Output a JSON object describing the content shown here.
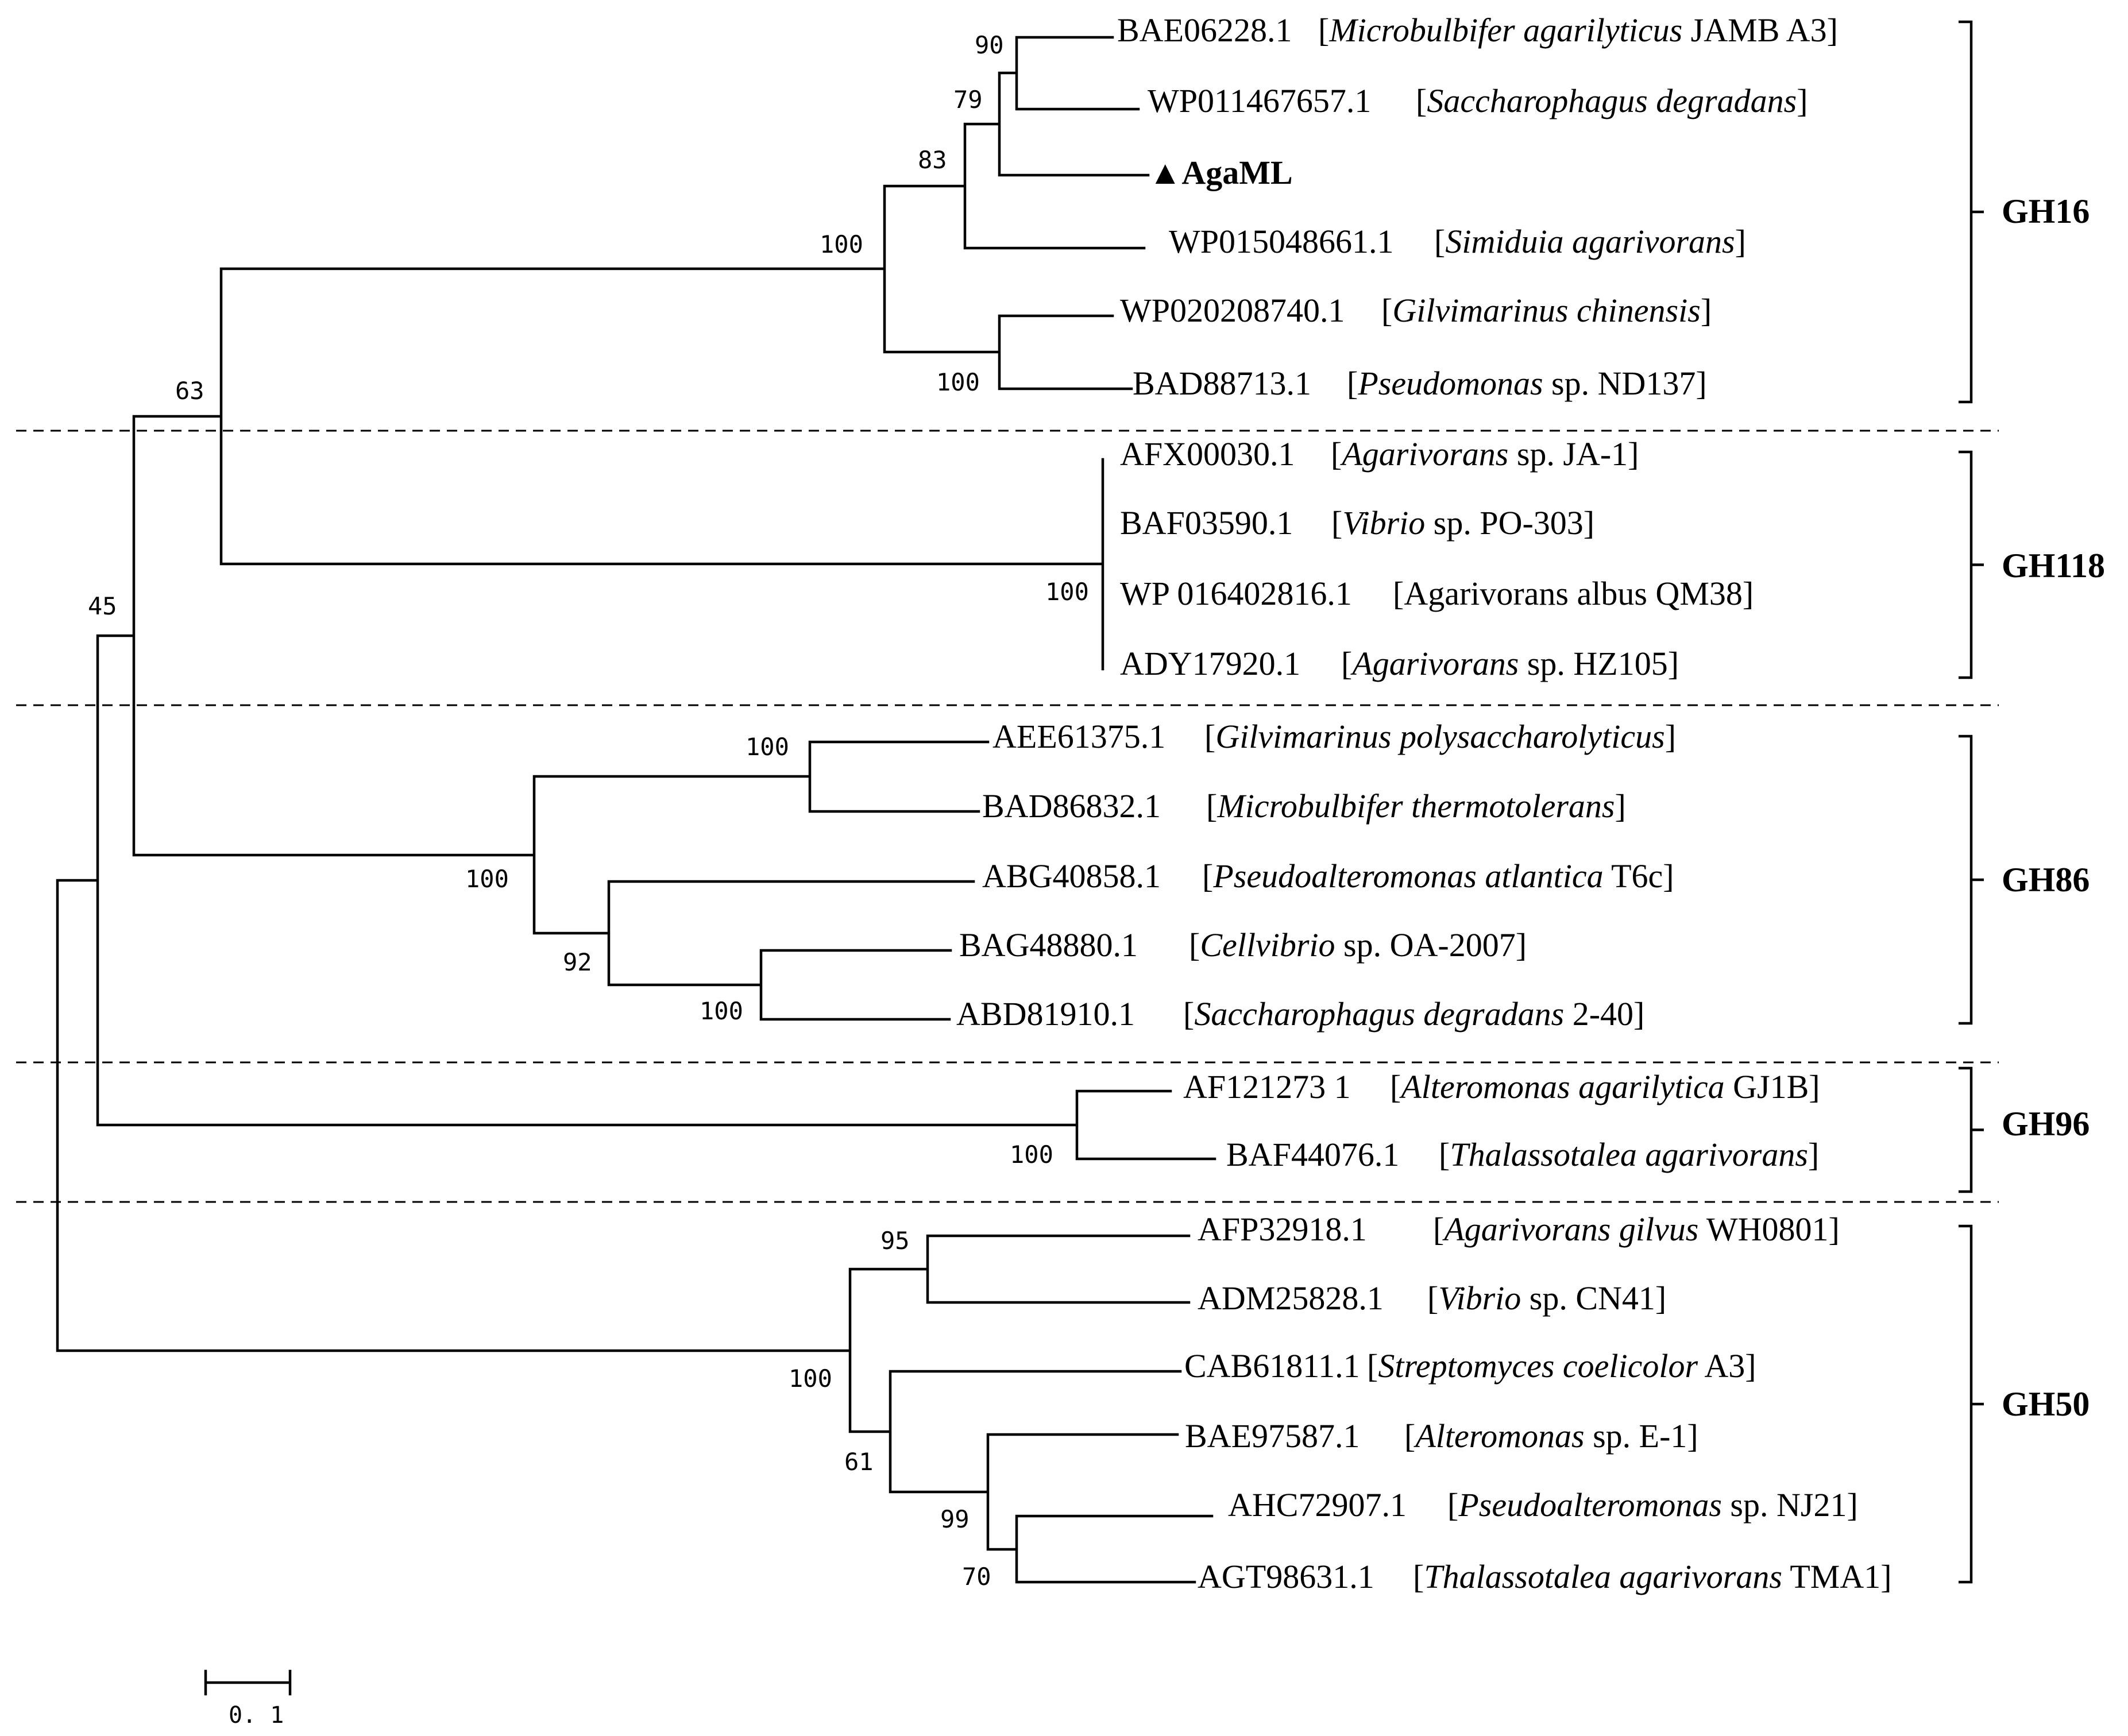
{
  "leaves": [
    {
      "id": "BAE06228.1",
      "pre": "[",
      "sp": "Microbulbifer agarilyticus",
      "post": " JAMB A3]"
    },
    {
      "id": "WP011467657.1",
      "pre": "[",
      "sp": "Saccharophagus degradans",
      "post": "]"
    },
    {
      "id": "AgaML",
      "marker": "▲",
      "pre": "",
      "sp": "",
      "post": ""
    },
    {
      "id": "WP015048661.1",
      "pre": "[",
      "sp": "Simiduia agarivorans",
      "post": "]"
    },
    {
      "id": "WP020208740.1",
      "pre": "[",
      "sp": "Gilvimarinus chinensis",
      "post": "]"
    },
    {
      "id": "BAD88713.1",
      "pre": "[",
      "sp": "Pseudomonas",
      "post": " sp. ND137]"
    },
    {
      "id": "AFX00030.1",
      "pre": "[",
      "sp": "Agarivorans",
      "post": " sp. JA-1]"
    },
    {
      "id": "BAF03590.1",
      "pre": "[",
      "sp": "Vibrio",
      "post": " sp. PO-303]"
    },
    {
      "id": "WP 016402816.1",
      "pre": "[Agarivorans albus QM38]",
      "sp": "",
      "post": ""
    },
    {
      "id": "ADY17920.1",
      "pre": "[",
      "sp": "Agarivorans",
      "post": " sp. HZ105]"
    },
    {
      "id": "AEE61375.1",
      "pre": "[",
      "sp": "Gilvimarinus polysaccharolyticus",
      "post": "]"
    },
    {
      "id": "BAD86832.1",
      "pre": "[",
      "sp": "Microbulbifer thermotolerans",
      "post": "]"
    },
    {
      "id": "ABG40858.1",
      "pre": "[",
      "sp": "Pseudoalteromonas atlantica",
      "post": " T6c]"
    },
    {
      "id": "BAG48880.1",
      "pre": "[",
      "sp": "Cellvibrio",
      "post": " sp. OA-2007]"
    },
    {
      "id": "ABD81910.1",
      "pre": "[",
      "sp": "Saccharophagus degradans",
      "post": " 2-40]"
    },
    {
      "id": "AF121273 1",
      "pre": "[",
      "sp": "Alteromonas agarilytica",
      "post": " GJ1B]"
    },
    {
      "id": "BAF44076.1",
      "pre": "[",
      "sp": "Thalassotalea agarivorans",
      "post": "]"
    },
    {
      "id": "AFP32918.1",
      "pre": "[",
      "sp": "Agarivorans gilvus",
      "post": " WH0801]"
    },
    {
      "id": "ADM25828.1",
      "pre": "[",
      "sp": "Vibrio",
      "post": " sp. CN41]"
    },
    {
      "id": "CAB61811.1",
      "pre": "[",
      "sp": "Streptomyces coelicolor",
      "post": " A3]"
    },
    {
      "id": "BAE97587.1",
      "pre": "[",
      "sp": "Alteromonas",
      "post": " sp. E-1]"
    },
    {
      "id": "AHC72907.1",
      "pre": "[",
      "sp": "Pseudoalteromonas",
      "post": " sp. NJ21]"
    },
    {
      "id": "AGT98631.1",
      "pre": "[",
      "sp": "Thalassotalea agarivorans",
      "post": " TMA1]"
    }
  ],
  "bootstrap": [
    "90",
    "79",
    "83",
    "100",
    "100",
    "63",
    "100",
    "45",
    "100",
    "100",
    "92",
    "100",
    "100",
    "95",
    "100",
    "61",
    "99",
    "70"
  ],
  "groups": [
    "GH16",
    "GH118",
    "GH86",
    "GH96",
    "GH50"
  ],
  "scale": {
    "label": "0. 1",
    "value": 0.1
  }
}
